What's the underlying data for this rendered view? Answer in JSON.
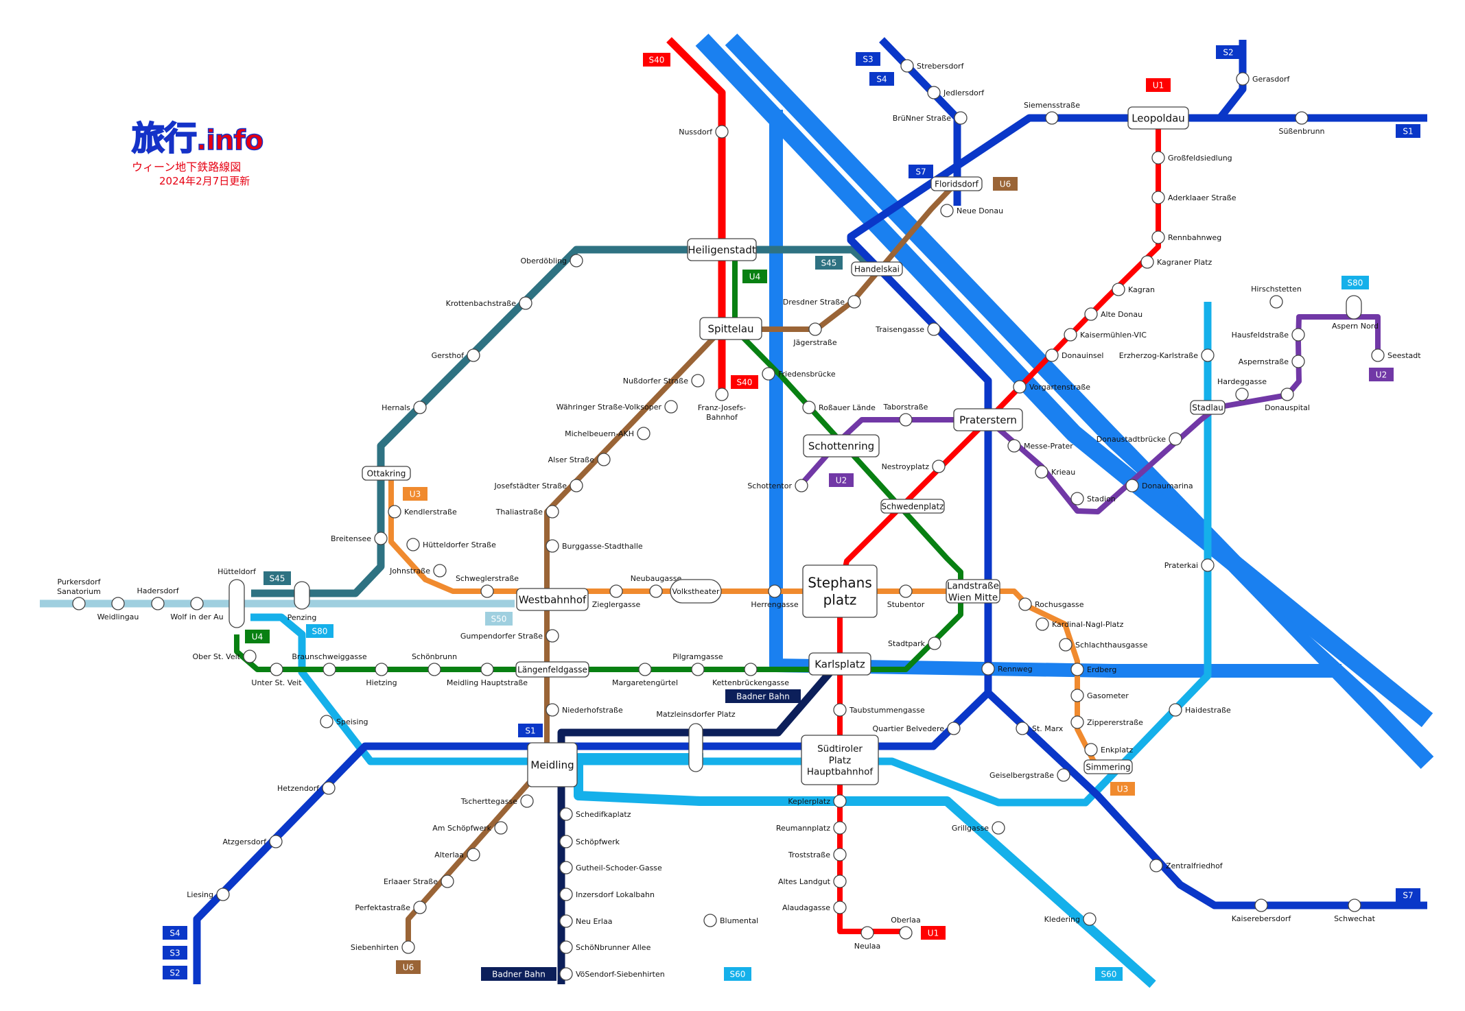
{
  "header": {
    "logo_text": "旅行",
    "logo_suffix": ".info",
    "subtitle": "ウィーン地下鉄路線図",
    "updated": "2024年2月7日更新"
  },
  "lines": [
    {
      "id": "donau_a",
      "name": "",
      "color": "#1a80f0",
      "badges": []
    },
    {
      "id": "donau_b",
      "name": "",
      "color": "#1a80f0",
      "badges": []
    },
    {
      "id": "s_lightblue",
      "name": "",
      "color": "#1a80f0",
      "badges": []
    },
    {
      "id": "s60",
      "name": "S60",
      "color": "#15b0ea",
      "badges": [
        "S60",
        "S60"
      ]
    },
    {
      "id": "s80",
      "name": "S80",
      "color": "#15b0ea",
      "badges": [
        "S80",
        "S80"
      ]
    },
    {
      "id": "s50",
      "name": "S50",
      "color": "#9fcfdf",
      "badges": [
        "S50"
      ]
    },
    {
      "id": "s45",
      "name": "S45",
      "color": "#2e7282",
      "badges": [
        "S45",
        "S45"
      ]
    },
    {
      "id": "s1",
      "name": "S1",
      "color": "#0a37c8",
      "badges": [
        "S1",
        "S1",
        "S2",
        "S3",
        "S4",
        "S7",
        "S7",
        "S2",
        "S3",
        "S4"
      ]
    },
    {
      "id": "badner",
      "name": "Badner Bahn",
      "color": "#0c1f5a",
      "badges": [
        "Badner Bahn",
        "Badner Bahn"
      ]
    },
    {
      "id": "s40",
      "name": "S40",
      "color": "#ff0000",
      "badges": [
        "S40",
        "S40"
      ]
    },
    {
      "id": "u6",
      "name": "U6",
      "color": "#9a6436",
      "badges": [
        "U6",
        "U6"
      ]
    },
    {
      "id": "u4",
      "name": "U4",
      "color": "#088012",
      "badges": [
        "U4",
        "U4"
      ]
    },
    {
      "id": "u3",
      "name": "U3",
      "color": "#f08a2e",
      "badges": [
        "U3",
        "U3"
      ]
    },
    {
      "id": "u2",
      "name": "U2",
      "color": "#7138a6",
      "badges": [
        "U2",
        "U2"
      ]
    },
    {
      "id": "u1",
      "name": "U1",
      "color": "#ff0000",
      "badges": [
        "U1",
        "U1"
      ]
    }
  ],
  "stations": [
    {
      "name": "Purkersdorf Sanatorium",
      "kind": "stop"
    },
    {
      "name": "Weidlingau",
      "kind": "stop"
    },
    {
      "name": "Hadersdorf",
      "kind": "stop"
    },
    {
      "name": "Wolf in der Au",
      "kind": "stop"
    },
    {
      "name": "Hütteldorf",
      "kind": "capsule"
    },
    {
      "name": "Penzing",
      "kind": "capsule"
    },
    {
      "name": "Breitensee",
      "kind": "stop"
    },
    {
      "name": "Ottakring",
      "kind": "hub"
    },
    {
      "name": "Hernals",
      "kind": "stop"
    },
    {
      "name": "Gersthof",
      "kind": "stop"
    },
    {
      "name": "Krottenbachstraße",
      "kind": "stop"
    },
    {
      "name": "Oberdöbling",
      "kind": "stop"
    },
    {
      "name": "Heiligenstadt",
      "kind": "hub"
    },
    {
      "name": "Nussdorf",
      "kind": "stop"
    },
    {
      "name": "Spittelau",
      "kind": "hub"
    },
    {
      "name": "Franz-Josefs-Bahnhof",
      "kind": "stop"
    },
    {
      "name": "Jägerstraße",
      "kind": "stop"
    },
    {
      "name": "Dresdner Straße",
      "kind": "stop"
    },
    {
      "name": "Handelskai",
      "kind": "hub"
    },
    {
      "name": "Neue Donau",
      "kind": "stop"
    },
    {
      "name": "Floridsdorf",
      "kind": "hub"
    },
    {
      "name": "Strebersdorf",
      "kind": "stop"
    },
    {
      "name": "Jedlersdorf",
      "kind": "stop"
    },
    {
      "name": "BrüNner Straße",
      "kind": "stop"
    },
    {
      "name": "Siemensstraße",
      "kind": "stop"
    },
    {
      "name": "Leopoldau",
      "kind": "hub"
    },
    {
      "name": "Süßenbrunn",
      "kind": "stop"
    },
    {
      "name": "Gerasdorf",
      "kind": "stop"
    },
    {
      "name": "Großfeldsiedlung",
      "kind": "stop"
    },
    {
      "name": "Aderklaaer Straße",
      "kind": "stop"
    },
    {
      "name": "Rennbahnweg",
      "kind": "stop"
    },
    {
      "name": "Kagraner Platz",
      "kind": "stop"
    },
    {
      "name": "Kagran",
      "kind": "stop"
    },
    {
      "name": "Alte Donau",
      "kind": "stop"
    },
    {
      "name": "Kaisermühlen-VIC",
      "kind": "stop"
    },
    {
      "name": "Donauinsel",
      "kind": "stop"
    },
    {
      "name": "Vorgartenstraße",
      "kind": "stop"
    },
    {
      "name": "Traisengasse",
      "kind": "stop"
    },
    {
      "name": "Praterstern",
      "kind": "hub"
    },
    {
      "name": "Nestroyplatz",
      "kind": "stop"
    },
    {
      "name": "Stephans platz",
      "kind": "hub"
    },
    {
      "name": "Karlsplatz",
      "kind": "hub"
    },
    {
      "name": "Taubstummengasse",
      "kind": "stop"
    },
    {
      "name": "Südtiroler Platz Hauptbahnhof",
      "kind": "hub"
    },
    {
      "name": "Keplerplatz",
      "kind": "stop"
    },
    {
      "name": "Reumannplatz",
      "kind": "stop"
    },
    {
      "name": "Troststraße",
      "kind": "stop"
    },
    {
      "name": "Altes Landgut",
      "kind": "stop"
    },
    {
      "name": "Alaudagasse",
      "kind": "stop"
    },
    {
      "name": "Neulaa",
      "kind": "stop"
    },
    {
      "name": "Oberlaa",
      "kind": "stop"
    },
    {
      "name": "Seestadt",
      "kind": "stop"
    },
    {
      "name": "Aspern Nord",
      "kind": "capsule"
    },
    {
      "name": "Hausfeldstraße",
      "kind": "stop"
    },
    {
      "name": "Hirschstetten",
      "kind": "stop"
    },
    {
      "name": "Aspernstraße",
      "kind": "stop"
    },
    {
      "name": "Donauspital",
      "kind": "stop"
    },
    {
      "name": "Hardeggasse",
      "kind": "stop"
    },
    {
      "name": "Stadlau",
      "kind": "hub"
    },
    {
      "name": "Erzherzog-Karlstraße",
      "kind": "stop"
    },
    {
      "name": "Donaustadtbrücke",
      "kind": "stop"
    },
    {
      "name": "Donaumarina",
      "kind": "stop"
    },
    {
      "name": "Stadion",
      "kind": "stop"
    },
    {
      "name": "Krieau",
      "kind": "stop"
    },
    {
      "name": "Messe-Prater",
      "kind": "stop"
    },
    {
      "name": "Taborstraße",
      "kind": "stop"
    },
    {
      "name": "Schottenring",
      "kind": "hub"
    },
    {
      "name": "Roßauer Lände",
      "kind": "stop"
    },
    {
      "name": "Friedensbrücke",
      "kind": "stop"
    },
    {
      "name": "Schottentor",
      "kind": "stop"
    },
    {
      "name": "Schwedenplatz",
      "kind": "hub"
    },
    {
      "name": "Landstraße Wien Mitte",
      "kind": "hub"
    },
    {
      "name": "Stadtpark",
      "kind": "stop"
    },
    {
      "name": "Rochusgasse",
      "kind": "stop"
    },
    {
      "name": "Kardinal-Nagl-Platz",
      "kind": "stop"
    },
    {
      "name": "Schlachthausgasse",
      "kind": "stop"
    },
    {
      "name": "Erdberg",
      "kind": "stop"
    },
    {
      "name": "Gasometer",
      "kind": "stop"
    },
    {
      "name": "Zippererstraße",
      "kind": "stop"
    },
    {
      "name": "Enkplatz",
      "kind": "stop"
    },
    {
      "name": "Simmering",
      "kind": "hub"
    },
    {
      "name": "Praterkai",
      "kind": "stop"
    },
    {
      "name": "Haidestraße",
      "kind": "stop"
    },
    {
      "name": "Rennweg",
      "kind": "stop"
    },
    {
      "name": "St. Marx",
      "kind": "stop"
    },
    {
      "name": "Quartier Belvedere",
      "kind": "stop"
    },
    {
      "name": "Geiselbergstraße",
      "kind": "stop"
    },
    {
      "name": "Zentralfriedhof",
      "kind": "stop"
    },
    {
      "name": "Kaiserebersdorf",
      "kind": "stop"
    },
    {
      "name": "Schwechat",
      "kind": "stop"
    },
    {
      "name": "Grillgasse",
      "kind": "stop"
    },
    {
      "name": "Kledering",
      "kind": "stop"
    },
    {
      "name": "Kendlerstraße",
      "kind": "stop"
    },
    {
      "name": "Hütteldorfer Straße",
      "kind": "stop"
    },
    {
      "name": "Johnstraße",
      "kind": "stop"
    },
    {
      "name": "Schweglerstraße",
      "kind": "stop"
    },
    {
      "name": "Westbahnhof",
      "kind": "hub"
    },
    {
      "name": "Zieglergasse",
      "kind": "stop"
    },
    {
      "name": "Neubaugasse",
      "kind": "stop"
    },
    {
      "name": "Volkstheater",
      "kind": "capsule"
    },
    {
      "name": "Herrengasse",
      "kind": "stop"
    },
    {
      "name": "Stubentor",
      "kind": "stop"
    },
    {
      "name": "Nußdorfer Straße",
      "kind": "stop"
    },
    {
      "name": "Währinger Straße-Volksoper",
      "kind": "stop"
    },
    {
      "name": "Michelbeuern-AKH",
      "kind": "stop"
    },
    {
      "name": "Alser Straße",
      "kind": "stop"
    },
    {
      "name": "Josefstädter Straße",
      "kind": "stop"
    },
    {
      "name": "Thaliastraße",
      "kind": "stop"
    },
    {
      "name": "Burggasse-Stadthalle",
      "kind": "stop"
    },
    {
      "name": "Gumpendorfer Straße",
      "kind": "stop"
    },
    {
      "name": "Längenfeldgasse",
      "kind": "hub"
    },
    {
      "name": "Niederhofstraße",
      "kind": "stop"
    },
    {
      "name": "Meidling",
      "kind": "hub"
    },
    {
      "name": "Tscherttegasse",
      "kind": "stop"
    },
    {
      "name": "Am Schöpfwerk",
      "kind": "stop"
    },
    {
      "name": "Alterlaa",
      "kind": "stop"
    },
    {
      "name": "Erlaaer Straße",
      "kind": "stop"
    },
    {
      "name": "Perfektastraße",
      "kind": "stop"
    },
    {
      "name": "Siebenhirten",
      "kind": "stop"
    },
    {
      "name": "Ober St. Veit",
      "kind": "stop"
    },
    {
      "name": "Unter St. Veit",
      "kind": "stop"
    },
    {
      "name": "Braunschweiggasse",
      "kind": "stop"
    },
    {
      "name": "Hietzing",
      "kind": "stop"
    },
    {
      "name": "Schönbrunn",
      "kind": "stop"
    },
    {
      "name": "Meidling Hauptstraße",
      "kind": "stop"
    },
    {
      "name": "Margaretengürtel",
      "kind": "stop"
    },
    {
      "name": "Pilgramgasse",
      "kind": "stop"
    },
    {
      "name": "Kettenbrückengasse",
      "kind": "stop"
    },
    {
      "name": "Speising",
      "kind": "stop"
    },
    {
      "name": "Hetzendorf",
      "kind": "stop"
    },
    {
      "name": "Atzgersdorf",
      "kind": "stop"
    },
    {
      "name": "Liesing",
      "kind": "stop"
    },
    {
      "name": "Matzleinsdorfer Platz",
      "kind": "capsule"
    },
    {
      "name": "Schedifkaplatz",
      "kind": "stop"
    },
    {
      "name": "Schöpfwerk",
      "kind": "stop"
    },
    {
      "name": "Gutheil-Schoder-Gasse",
      "kind": "stop"
    },
    {
      "name": "Inzersdorf Lokalbahn",
      "kind": "stop"
    },
    {
      "name": "Neu Erlaa",
      "kind": "stop"
    },
    {
      "name": "SchöNbrunner Allee",
      "kind": "stop"
    },
    {
      "name": "VöSendorf-Siebenhirten",
      "kind": "stop"
    },
    {
      "name": "Blumental",
      "kind": "stop"
    }
  ]
}
